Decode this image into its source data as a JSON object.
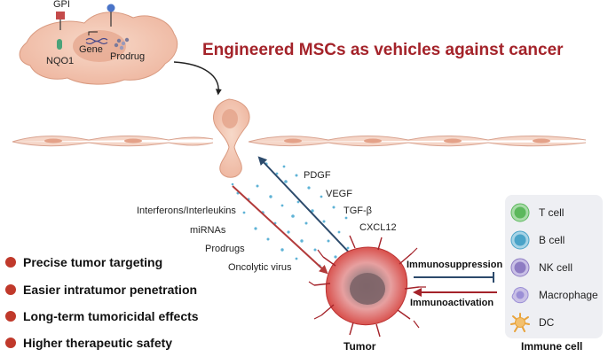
{
  "title": "Engineered MSCs as vehicles against cancer",
  "msc_labels": {
    "gpi": "GPI",
    "gene": "Gene",
    "nqo1": "NQO1",
    "prodrug": "Prodrug"
  },
  "factors_up": [
    "PDGF",
    "VEGF",
    "TGF-β",
    "CXCL12"
  ],
  "factors_down": [
    "Interferons/Interleukins",
    "miRNAs",
    "Prodrugs",
    "Oncolytic virus"
  ],
  "interactions": {
    "suppression": "Immunosuppression",
    "activation": "Immunoactivation"
  },
  "tumor_label": "Tumor",
  "immune_panel": {
    "title": "Immune cell",
    "cells": [
      {
        "label": "T cell",
        "color": "#5cb85c"
      },
      {
        "label": "B cell",
        "color": "#4aa3c8"
      },
      {
        "label": "NK cell",
        "color": "#8e7cc3"
      },
      {
        "label": "Macrophage",
        "color": "#9b8fd6"
      },
      {
        "label": "DC",
        "color": "#e8a33b"
      }
    ]
  },
  "advantages": [
    "Precise tumor targeting",
    "Easier intratumor penetration",
    "Long-term tumoricidal effects",
    "Higher therapeutic safety"
  ],
  "colors": {
    "accent": "#a4232a",
    "bullet": "#c0392b",
    "arrow_up": "#2c4a6b",
    "arrow_down": "#b23a3a",
    "cell_skin": "#f3c9b5",
    "tumor": "#d9534f"
  }
}
